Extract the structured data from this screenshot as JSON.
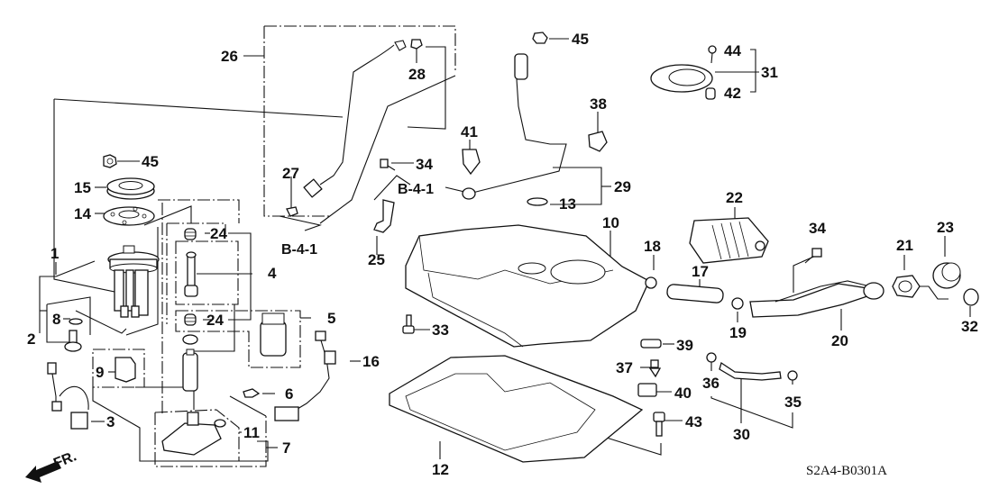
{
  "diagram": {
    "code": "S2A4-B0301A",
    "direction_label": "FR.",
    "reference_label": "B-4-1",
    "callouts": {
      "c1": "1",
      "c2": "2",
      "c3": "3",
      "c4": "4",
      "c5": "5",
      "c6": "6",
      "c7": "7",
      "c8": "8",
      "c9": "9",
      "c10": "10",
      "c11": "11",
      "c12": "12",
      "c13": "13",
      "c14": "14",
      "c15": "15",
      "c16": "16",
      "c17": "17",
      "c18": "18",
      "c19": "19",
      "c20": "20",
      "c21": "21",
      "c22": "22",
      "c23": "23",
      "c24a": "24",
      "c24b": "24",
      "c25": "25",
      "c26": "26",
      "c27": "27",
      "c28": "28",
      "c29": "29",
      "c30": "30",
      "c31": "31",
      "c32": "32",
      "c33": "33",
      "c34a": "34",
      "c34b": "34",
      "c35": "35",
      "c36": "36",
      "c37": "37",
      "c38": "38",
      "c39": "39",
      "c40": "40",
      "c41": "41",
      "c42": "42",
      "c43": "43",
      "c44": "44",
      "c45a": "45",
      "c45b": "45"
    },
    "references": {
      "r1": "B-4-1",
      "r2": "B-4-1"
    }
  }
}
